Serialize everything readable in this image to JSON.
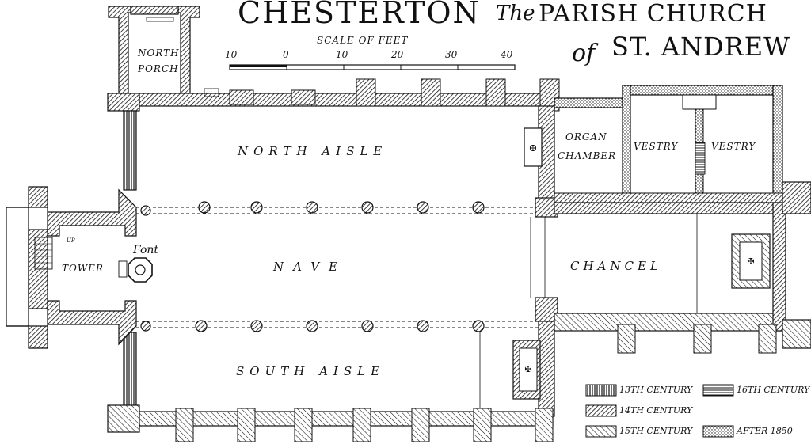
{
  "title": {
    "line1_place": "CHESTERTON",
    "line1_the": "The",
    "line1_rest": "PARISH CHURCH",
    "line2_of": "of",
    "line2_rest": "ST. ANDREW"
  },
  "scale": {
    "label": "SCALE OF FEET",
    "ticks": [
      "10",
      "0",
      "10",
      "20",
      "30",
      "40"
    ]
  },
  "rooms": {
    "north_porch_1": "NORTH",
    "north_porch_2": "PORCH",
    "north_aisle": "NORTH AISLE",
    "nave": "NAVE",
    "south_aisle": "SOUTH AISLE",
    "tower": "TOWER",
    "font": "Font",
    "chancel": "CHANCEL",
    "organ_1": "ORGAN",
    "organ_2": "CHAMBER",
    "vestry_1": "VESTRY",
    "vestry_2": "VESTRY",
    "stair_up": "UP"
  },
  "legend": {
    "c13": "13TH CENTURY",
    "c14": "14TH CENTURY",
    "c15": "15TH CENTURY",
    "c16": "16TH CENTURY",
    "after": "AFTER 1850"
  },
  "colors": {
    "ink": "#111111",
    "paper": "#ffffff"
  }
}
